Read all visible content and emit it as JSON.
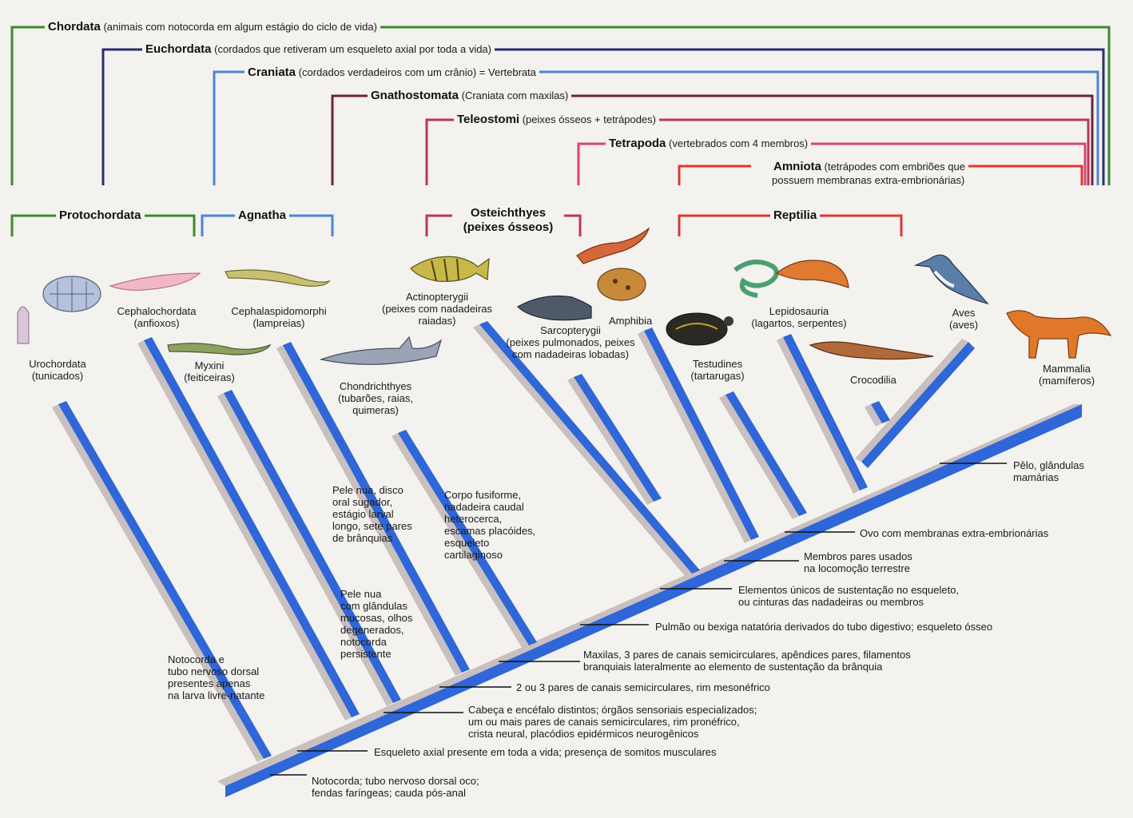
{
  "clades": {
    "chordata": {
      "name": "Chordata",
      "desc": "(animais com notocorda em algum estágio do ciclo de vida)"
    },
    "euchordata": {
      "name": "Euchordata",
      "desc": "(cordados que retiveram um esqueleto axial por toda a vida)"
    },
    "craniata": {
      "name": "Craniata",
      "desc": "(cordados verdadeiros com um crânio) = Vertebrata"
    },
    "gnathostomata": {
      "name": "Gnathostomata",
      "desc": "(Craniata com maxilas)"
    },
    "teleostomi": {
      "name": "Teleostomi",
      "desc": "(peixes ósseos + tetrápodes)"
    },
    "tetrapoda": {
      "name": "Tetrapoda",
      "desc": "(vertebrados com 4 membros)"
    },
    "amniota": {
      "name": "Amniota",
      "desc1": "(tetrápodes com embriões que",
      "desc2": "possuem membranas extra-embrionárias)"
    }
  },
  "groups": {
    "protochordata": "Protochordata",
    "agnatha": "Agnatha",
    "osteichthyes": "Osteichthyes",
    "osteichthyes_sub": "(peixes ósseos)",
    "reptilia": "Reptilia"
  },
  "taxa": {
    "urochordata": {
      "name": "Urochordata",
      "common": "(tunicados)"
    },
    "cephalochordata": {
      "name": "Cephalochordata",
      "common": "(anfioxos)"
    },
    "myxini": {
      "name": "Myxini",
      "common": "(feiticeiras)"
    },
    "cephalaspidomorphi": {
      "name": "Cephalaspidomorphi",
      "common": "(lampreias)"
    },
    "chondrichthyes": {
      "name": "Chondrichthyes",
      "common1": "(tubarões, raias,",
      "common2": "quimeras)"
    },
    "actinopterygii": {
      "name": "Actinopterygii",
      "common1": "(peixes com nadadeiras",
      "common2": "raiadas)"
    },
    "sarcopterygii": {
      "name": "Sarcopterygii",
      "common1": "(peixes pulmonados, peixes",
      "common2": "com nadadeiras lobadas)"
    },
    "amphibia": {
      "name": "Amphibia"
    },
    "testudines": {
      "name": "Testudines",
      "common": "(tartarugas)"
    },
    "lepidosauria": {
      "name": "Lepidosauria",
      "common": "(lagartos, serpentes)"
    },
    "crocodilia": {
      "name": "Crocodilia"
    },
    "aves": {
      "name": "Aves",
      "common": "(aves)"
    },
    "mammalia": {
      "name": "Mammalia",
      "common": "(mamíferos)"
    }
  },
  "branch_notes": {
    "urochordata": [
      "Notocorda e",
      "tubo nervoso dorsal",
      "presentes apenas",
      "na larva livre-natante"
    ],
    "myxini": [
      "Pele nua",
      "com glândulas",
      "mucosas, olhos",
      "degenerados,",
      "notocorda",
      "persistente"
    ],
    "cephalaspidomorphi": [
      "Pele nua, disco",
      "oral sugador,",
      "estágio larval",
      "longo, sete pares",
      "de brânquias"
    ],
    "chondrichthyes": [
      "Corpo fusiforme,",
      "nadadeira caudal",
      "heterocerca,",
      "escamas placóides,",
      "esqueleto",
      "cartilaginoso"
    ]
  },
  "synapomorphies": {
    "s1": [
      "Notocorda; tubo nervoso dorsal oco;",
      "fendas faríngeas; cauda pós-anal"
    ],
    "s2": [
      "Esqueleto axial presente em toda a vida; presença de somitos musculares"
    ],
    "s3": [
      "Cabeça e encéfalo distintos; órgãos sensoriais especializados;",
      "um ou mais pares de canais semicirculares, rim pronéfrico,",
      "crista neural, placódios epidérmicos neurogênicos"
    ],
    "s4": [
      "2 ou 3 pares de canais semicirculares, rim mesonéfrico"
    ],
    "s5": [
      "Maxilas, 3 pares de canais semicirculares, apêndices pares, filamentos",
      "branquiais lateralmente ao elemento de sustentação da brânquia"
    ],
    "s6": [
      "Pulmão ou bexiga natatória derivados do tubo digestivo; esqueleto ósseo"
    ],
    "s7": [
      "Elementos únicos de sustentação no esqueleto,",
      "ou cinturas das nadadeiras ou membros"
    ],
    "s8": [
      "Membros pares usados",
      "na locomoção terrestre"
    ],
    "s9": [
      "Ovo com membranas extra-embrionárias"
    ],
    "s10": [
      "Pêlo, glândulas",
      "mamárias"
    ]
  },
  "colors": {
    "chordata": "#3d8a2e",
    "euchordata": "#2a2e6e",
    "craniata": "#4a86d4",
    "gnathostomata": "#6e2240",
    "teleostomi": "#b8375a",
    "tetrapoda": "#d94470",
    "amniota": "#e03530",
    "branch": "#2f66d8",
    "branch_shade": "#c9bfbf"
  },
  "icons": [
    "tunicate-icon",
    "amphioxus-icon",
    "hagfish-icon",
    "lamprey-icon",
    "shark-icon",
    "perch-icon",
    "coelacanth-icon",
    "salamander-icon",
    "frog-icon",
    "turtle-icon",
    "snake-icon",
    "lizard-icon",
    "crocodile-icon",
    "kingfisher-icon",
    "fox-icon"
  ]
}
